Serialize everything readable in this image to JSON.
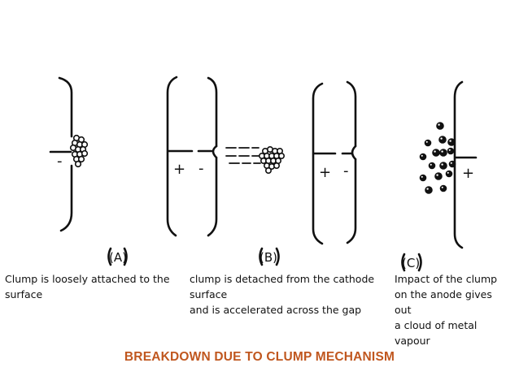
{
  "panels": [
    {
      "label": "(A)",
      "electrode_sign": "-",
      "caption": [
        "Clump is loosely attached to the",
        "surface"
      ]
    },
    {
      "label": "(B)",
      "electrode_signs": [
        "+",
        "-"
      ],
      "caption": [
        "clump is detached from the cathode",
        "surface",
        "and is accelerated across the gap"
      ]
    },
    {
      "label": "(C)",
      "electrode_signs": [
        "+",
        "-"
      ]
    },
    {
      "label": "",
      "electrode_sign": "+",
      "caption": [
        "Impact of the clump",
        "on the anode gives",
        "out",
        "a cloud of metal",
        "vapour"
      ]
    }
  ],
  "title": "BREAKDOWN DUE TO CLUMP MECHANISM",
  "colors": {
    "title": "#c0571f",
    "ink": "#111111"
  }
}
